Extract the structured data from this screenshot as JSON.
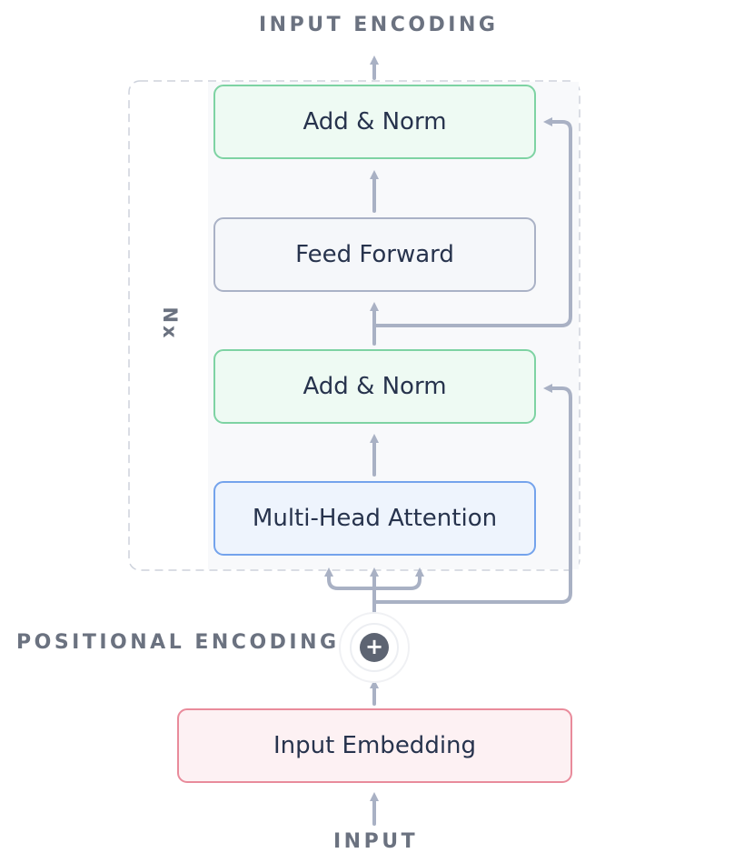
{
  "labels": {
    "output": "INPUT ENCODING",
    "positional": "POSITIONAL ENCODING",
    "input": "INPUT",
    "repeat": "Nx"
  },
  "blocks": {
    "add_norm_top": "Add & Norm",
    "feed_forward": "Feed Forward",
    "add_norm_bottom": "Add & Norm",
    "attention": "Multi-Head Attention",
    "embedding": "Input Embedding"
  },
  "combine_symbol": "+",
  "colors": {
    "arrow": "#a9b1c4",
    "norm_border": "#7ed3a3",
    "attention_border": "#74a3ec",
    "embedding_border": "#e98b9b",
    "text": "#27334d",
    "label": "#6b7280"
  }
}
